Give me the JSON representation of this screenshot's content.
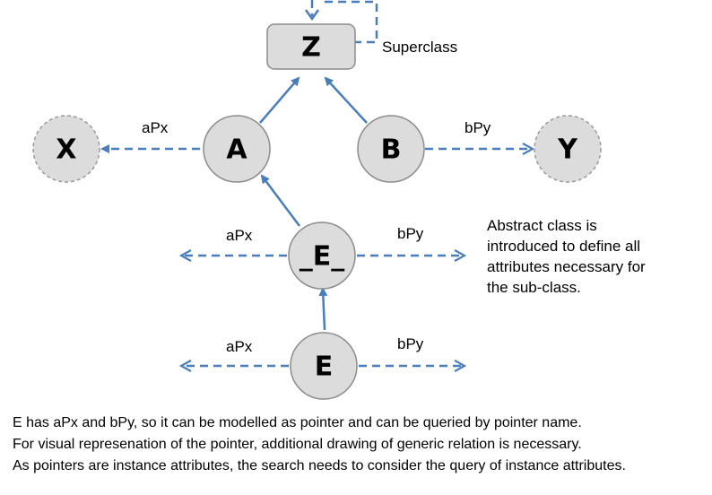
{
  "colors": {
    "edge": "#4a7ebb",
    "node_fill": "#dcdcdc",
    "node_stroke": "#8c8c8c",
    "dashed_node_stroke": "#9a9a9a"
  },
  "nodes": {
    "z": "Z",
    "x": "X",
    "a": "A",
    "b": "B",
    "y": "Y",
    "e_abstract": "_E_",
    "e": "E"
  },
  "edge_labels": {
    "superclass": "Superclass",
    "a_to_x": "aPx",
    "b_to_y": "bPy",
    "e_abstract_left": "aPx",
    "e_abstract_right": "bPy",
    "e_left": "aPx",
    "e_right": "bPy"
  },
  "note": {
    "lines": [
      "Abstract class is",
      "introduced to define all",
      "attributes necessary for",
      "the sub-class."
    ]
  },
  "caption": {
    "lines": [
      "E has aPx and bPy, so it can be modelled as pointer and can be queried by pointer name.",
      "For visual represenation of the pointer, additional drawing of generic relation is necessary.",
      "As pointers are instance attributes, the search needs to consider the query of instance attributes."
    ]
  }
}
